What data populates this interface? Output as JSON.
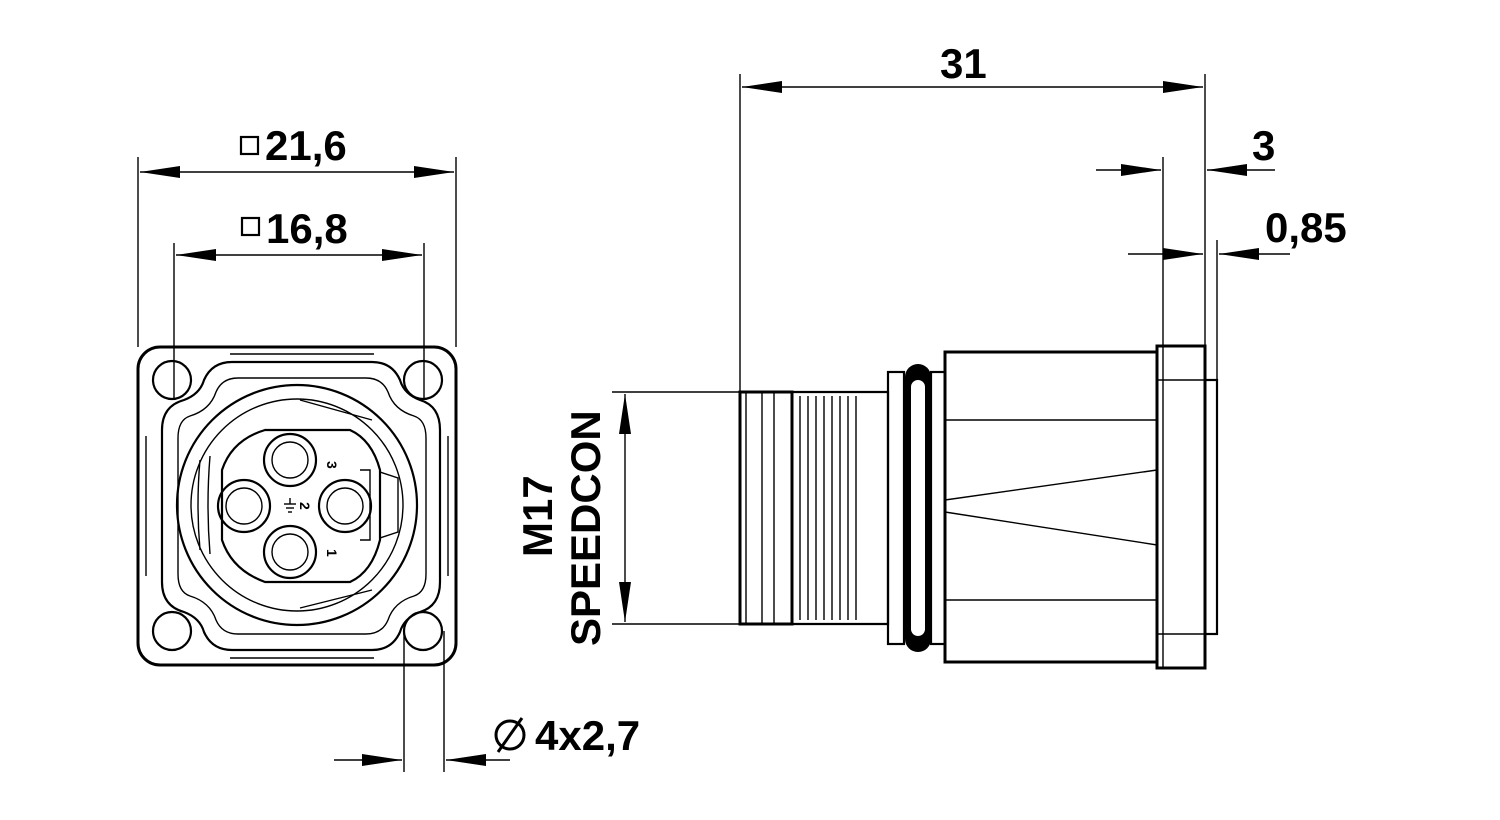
{
  "dimensions": {
    "outer_square": "21,6",
    "inner_square": "16,8",
    "overall_length": "31",
    "flange_thickness": "3",
    "gap": "0,85",
    "holes": "4x2,7"
  },
  "thread_label": {
    "line1": "M17",
    "line2": "SPEEDCON"
  },
  "pins": [
    "1",
    "2",
    "3"
  ]
}
